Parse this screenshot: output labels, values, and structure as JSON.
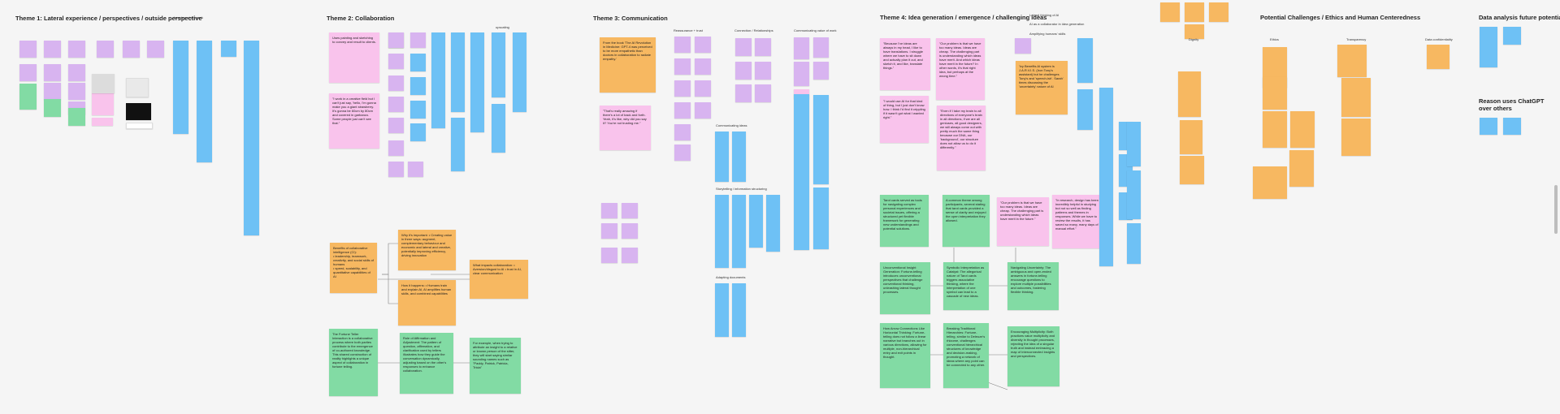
{
  "themes": {
    "t1": "Theme 1: Lateral experience / perspectives / outside perspective",
    "t1_note": "knowing what to ask",
    "t2": "Theme 2: Collaboration",
    "t2_note": "upscaling",
    "t3": "Theme 3: Communication",
    "t3_cols": [
      "Reassurance + trust",
      "Connection / Relationships",
      "Communicating value of work"
    ],
    "t3_sub1": "Communicating ideas",
    "t3_sub2": "Storytelling / information structuring",
    "t3_sub3": "Adapting documents",
    "t4": "Theme 4: Idea generation / emergence / challenging ideas",
    "t4_notes": [
      "Lateral thinking of AI",
      "AI as a collaborator in idea generation",
      "Amplifying humans' skills"
    ],
    "t5": "Potential Challenges / Ethics and Human Centeredness",
    "t5_cols": [
      "Dignity",
      "Ethics",
      "Transparency",
      "Data confidentiality"
    ],
    "t6": "Data analysis future potential",
    "t7": "Reason uses ChatGPT over others"
  },
  "quotes": {
    "q1": "Uses painting and sketching to convey and result to clients.",
    "q2": "\"I work in a creative field but I can't just say, 'hello, I'm gonna make you a giant strawberry. It's gonna be 60cm by 80cm and covered in garbanzo. Some people just can't see that.\"",
    "q3": "From the book 'The AI Revolution in Medicine: GPT-4 was perceived to be more empathetic than doctors in collaboration to radiate empathy.'",
    "q4": "\"That's really amazing if there's a lot of back and forth. Yeah, it's like, why did you say it? You're not trusting me.\"",
    "q5": "\"Because I've ideas are always in my head, I like to have translations. I struggle where we have to sit down and actually plan it out, and sketch it, and like, translate things.\"",
    "q6": "\"I would use AI for that kind of thing, but I just don't know how. I think I'd find it crippling if it wasn't got what I wanted right.\"",
    "q7": "\"Our problem is that we have too many ideas. Ideas are cheap. The challenging part is understanding which ideas have merit. And which ideas have merit in the future? In other words, it's that right idea, but perhaps at the wrong time.\"",
    "q8": "\"Even if I take my brain to all directions of everyone's brain in all directions, if we are all geniuses, all good designers, we will always come out with pretty much the same thing because our DNA, our 'background', our structure does not allow us to do it differently.\"",
    "q9": "'Ivy Benefits AI system is J.A.R.V.I.S. (Iron Tony's assistant) but he challenges Tony's and 'speech-ish'. Sarah' times discussing the 'uncertainty' nature of AI",
    "g1": "Tarot cards served as tools for navigating complex personal experiences and societal issues, offering a structured yet flexible framework for generating new understandings and potential solutions.",
    "g2": "A common theme among participants, several stating that tarot cards provided a sense of clarity and enjoyed the open interpretation they allowed.",
    "g3": "Unconventional Insight Generation: Fortune-telling introduces unconventional perspectives that challenge conventional thinking, unleashing lateral thought processes.",
    "g4": "Symbolic Interpretation as Catalyst: The allegorical nature of Tarot cards triggers associative thinking, where the interpretation of one symbol can lead to a cascade of new ideas.",
    "g5": "Navigating Uncertainty: The ambiguous and open-ended answers in fortune-telling encourage questions to explore multiple possibilities and outcomes, fostering flexible thinking.",
    "g6": "How Arrow Connections Like Horizontal Thinking: Fortune-telling does not follow a linear narrative but branches out in various directions, allowing for multiple, non-hierarchical entry and exit points in thought.",
    "g7": "Breaking Traditional Hierarchies: Fortune-telling, similar to Deleuze's rhizome, challenges conventional hierarchical structures of knowledge and decision-making, promoting a network of ideas where any point can be connected to any other.",
    "g8": "Encouraging Multiplicity: Both practices value multiplicity and diversity in thought processes, rejecting the idea of a singular truth and instead embracing a map of interconnected insights and perspectives.",
    "p1": "\"Our problem is that we have too many ideas. Ideas are cheap. The challenging part is understanding which ideas have merit in the future.\"",
    "p2": "\"In research, design has been incredibly helpful in studying but not so well as finding patterns and themes in responses. While we have to review the results, it has saved so many, many days of manual effort.\"",
    "gg1": "The Fortune Teller Interaction is a collaborative process where both parties contribute to the emergence of co-authored knowledge. This shared construction of reality highlights a unique aspect of collaboration in fortune telling.",
    "gg2": "Role of Affirmation and Adjustment: The pattern of question, affirmation, and clarification used by tellers illustrates how they guide the conversation dynamically, adjusting based on the other's responses to enhance collaboration.",
    "gg3": "For example, when trying to attribute an insight to a relative or known person of the sitter, they will start saying similar sounding names such as \"Paddy, Patrick, Patricia, Tricia\"",
    "o1": "Benefits of collaborative intelligence (CI):\n• leadership, teamwork, creativity, and social skills of humans\n• speed, scalability, and quantitative capabilities of AI",
    "o2": "Why it's important:\n• Creating value in three ways: augment, complementary behaviour and economic and lateral and creative, potentially improving efficiency, driving innovation",
    "o3": "How it happens:\n• Humans train and explain AI, AI amplifies human skills, and combined capabilities",
    "o4": "What impacts collaboration:\n• Aversion/disgust to AI\n• trust in AI, clear communication"
  }
}
